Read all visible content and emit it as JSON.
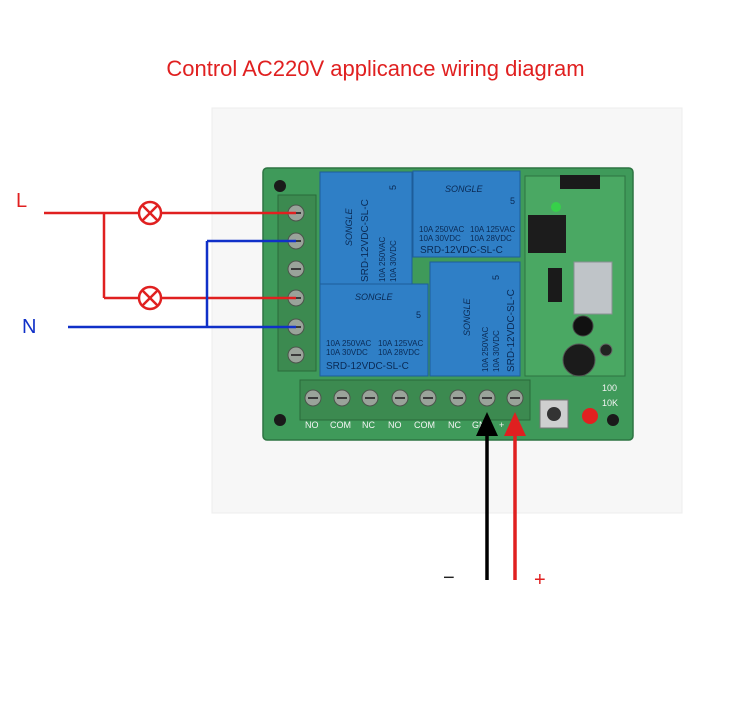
{
  "title": "Control AC220V  applicance wiring diagram",
  "labels": {
    "live": "L",
    "neutral": "N",
    "minus": "−",
    "plus": "+"
  },
  "relay": {
    "brand": "SONGLE",
    "model": "SRD-12VDC-SL-C",
    "rating_a": "10A 250VAC",
    "rating_b": "10A 30VDC",
    "rating_c": "10A 125VAC",
    "rating_d": "10A 28VDC",
    "pins": "5"
  },
  "bottom_terminals": [
    "NO",
    "COM",
    "NC",
    "NO",
    "COM",
    "NC",
    "GND",
    "+"
  ],
  "board_marks": {
    "r1": "100",
    "r2": "10K"
  },
  "colors": {
    "live_wire": "#e02020",
    "neutral_wire": "#1030c8",
    "minus_wire": "#000000",
    "plus_wire": "#e02020",
    "pcb": "#3f9a5a",
    "relay": "#2f7fc6",
    "terminal": "#3c8a50"
  }
}
